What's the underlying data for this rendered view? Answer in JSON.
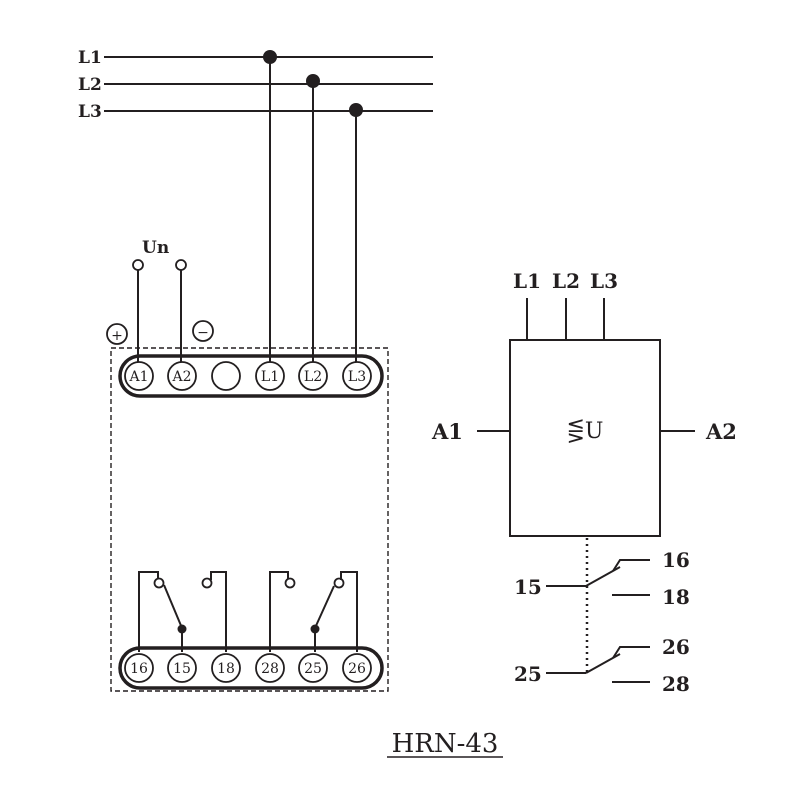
{
  "phase_lines": [
    "L1",
    "L2",
    "L3"
  ],
  "supply": {
    "label": "Un",
    "plus": "+",
    "minus": "−"
  },
  "top_terminals": [
    "A1",
    "A2",
    "",
    "L1",
    "L2",
    "L3"
  ],
  "bottom_terminals": [
    "16",
    "15",
    "18",
    "28",
    "25",
    "26"
  ],
  "symbol": {
    "inputs": [
      "L1",
      "L2",
      "L3"
    ],
    "left": "A1",
    "right": "A2",
    "function": "⋚U",
    "contacts": [
      {
        "common": "15",
        "nc": "16",
        "no": "18"
      },
      {
        "common": "25",
        "nc": "26",
        "no": "28"
      }
    ]
  },
  "model": "HRN-43"
}
